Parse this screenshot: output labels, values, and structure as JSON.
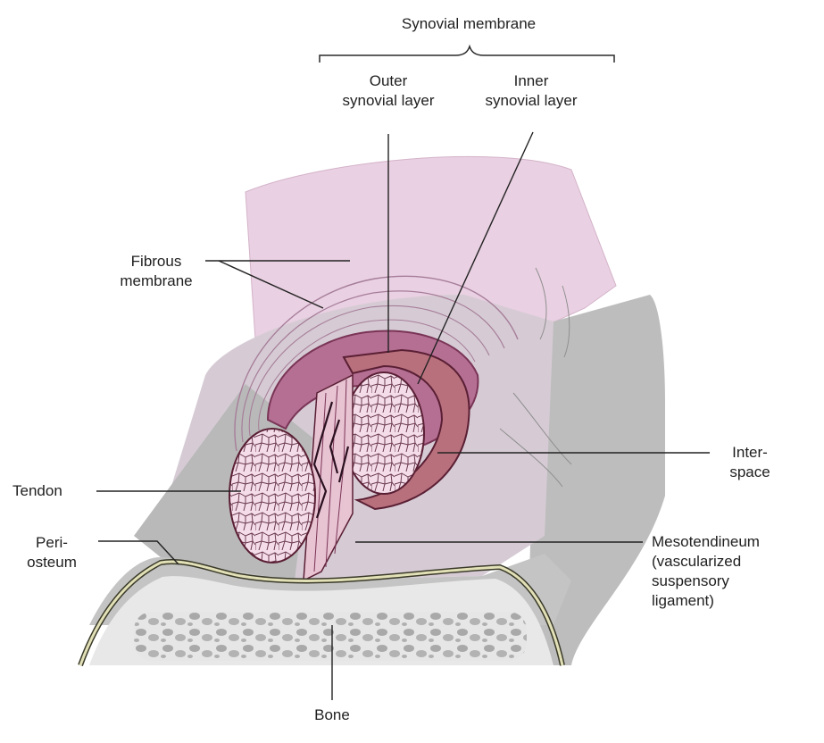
{
  "labels": {
    "synovial_membrane": "Synovial membrane",
    "outer_layer": [
      "Outer",
      "synovial layer"
    ],
    "inner_layer": [
      "Inner",
      "synovial layer"
    ],
    "fibrous_membrane": [
      "Fibrous",
      "membrane"
    ],
    "tendon": "Tendon",
    "periosteum": [
      "Peri-",
      "osteum"
    ],
    "interspace": [
      "Inter-",
      "space"
    ],
    "mesotendineum": [
      "Mesotendineum",
      "(vascularized",
      "suspensory",
      "ligament)"
    ],
    "bone": "Bone"
  },
  "colors": {
    "fibrous_membrane": "#e9d0e2",
    "synovial_layer": "#8d2f52",
    "tendon_fill": "#f3dbe8",
    "periosteum": "#e2e0b6",
    "bone": "#e8e8e8",
    "side_wall": "#bdbdbd"
  }
}
